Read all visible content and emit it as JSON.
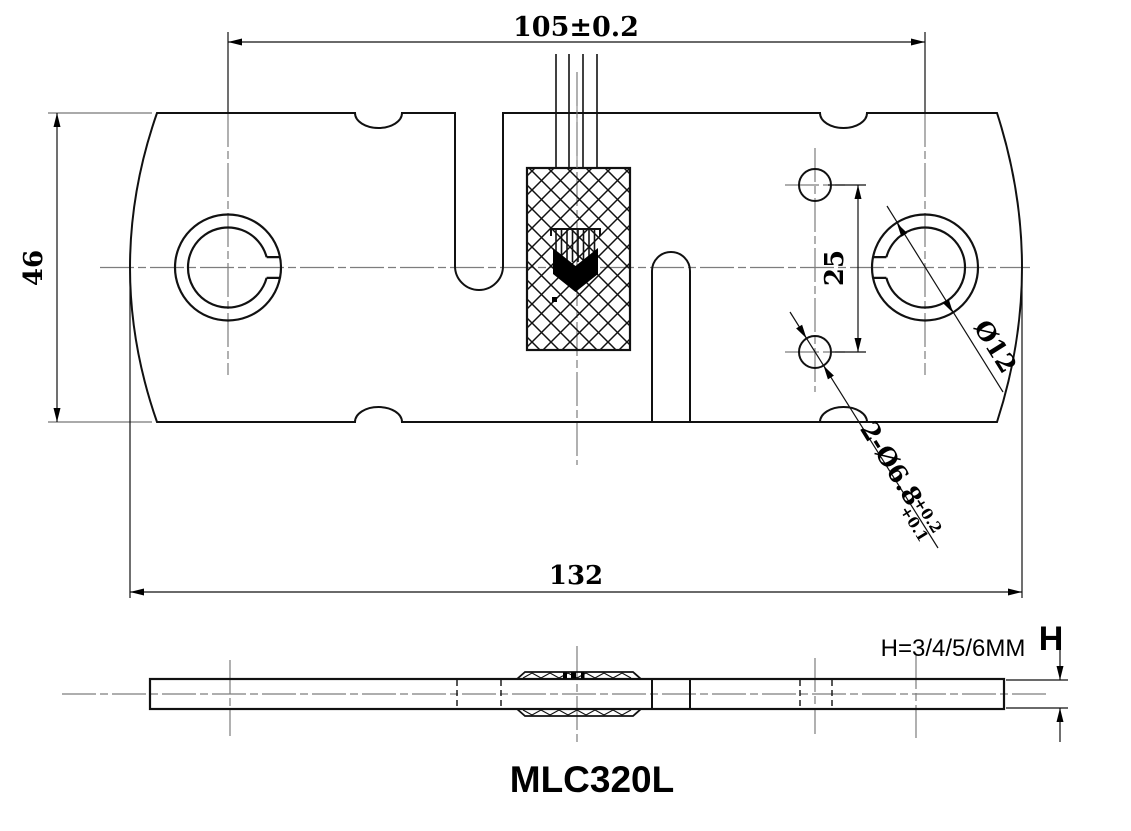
{
  "drawing": {
    "title": "MLC320L",
    "dimensions": {
      "ring_center_span": "105±0.2",
      "plate_height": "46",
      "small_hole_spacing": "25",
      "overall_length": "132",
      "ring_bore_diameter": "Ø12",
      "small_holes_callout": "2-Ø6.8",
      "small_holes_tol_upper": "+0.2",
      "small_holes_tol_lower": "+0.1"
    },
    "side_view": {
      "thickness_letter": "H",
      "thickness_note": "H=3/4/5/6MM"
    },
    "colors": {
      "line": "#111111",
      "centerline": "#7d7d7d",
      "background": "#ffffff"
    }
  }
}
